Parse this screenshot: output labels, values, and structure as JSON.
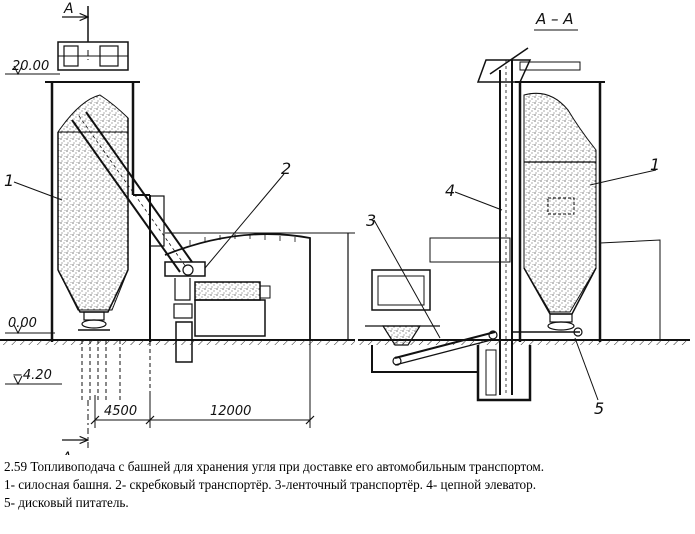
{
  "drawing": {
    "section_top": "A",
    "section_bottom": "A",
    "section_view_title": "A – A",
    "elevation_top": "20.00",
    "elevation_ground": "0.00",
    "elevation_pit": "−4.20",
    "dim_left": "4500",
    "dim_right": "12000",
    "callouts": {
      "silo_left": "1",
      "conveyor": "2",
      "belt": "3",
      "elevator": "4",
      "feeder": "5",
      "silo_right": "1"
    }
  },
  "caption": {
    "line1": "2.59  Топливоподача с башней для хранения угля при доставке его автомобильным транспортом.",
    "line2": "1- силосная башня.  2- скребковый транспортёр.  3-ленточный транспортёр.  4- цепной элеватор.",
    "line3": "5- дисковый питатель."
  }
}
